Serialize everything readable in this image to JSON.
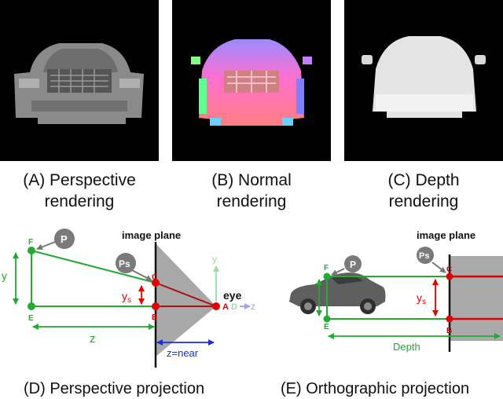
{
  "panels": [
    {
      "caption_line1": "(A) Perspective",
      "caption_line2": "rendering"
    },
    {
      "caption_line1": "(B) Normal",
      "caption_line2": "rendering"
    },
    {
      "caption_line1": "(C) Depth",
      "caption_line2": "rendering"
    }
  ],
  "perspective": {
    "image_plane": "image plane",
    "point_p": "P",
    "point_ps": "Ps",
    "label_F": "F",
    "label_E": "E",
    "label_C": "C",
    "label_B": "B",
    "label_A": "A",
    "label_D": "D",
    "axis_y": "y",
    "axis_z": "z",
    "eye": "eye",
    "y_dim": "y",
    "ys_main": "y",
    "ys_sub": "s",
    "z_dim": "z",
    "near": "z=near",
    "caption": "(D) Perspective projection"
  },
  "orthographic": {
    "image_plane": "image plane",
    "point_p": "P",
    "point_ps": "Ps",
    "label_F": "F",
    "label_E": "E",
    "label_C": "C",
    "label_B": "B",
    "ys_main": "y",
    "ys_sub": "s",
    "depth": "Depth",
    "caption": "(E) Orthographic projection"
  },
  "colors": {
    "green": "#22aa33",
    "red": "#e00000",
    "dark_red": "#aa1111",
    "blue": "#1a2fd6",
    "gray": "#888888"
  }
}
